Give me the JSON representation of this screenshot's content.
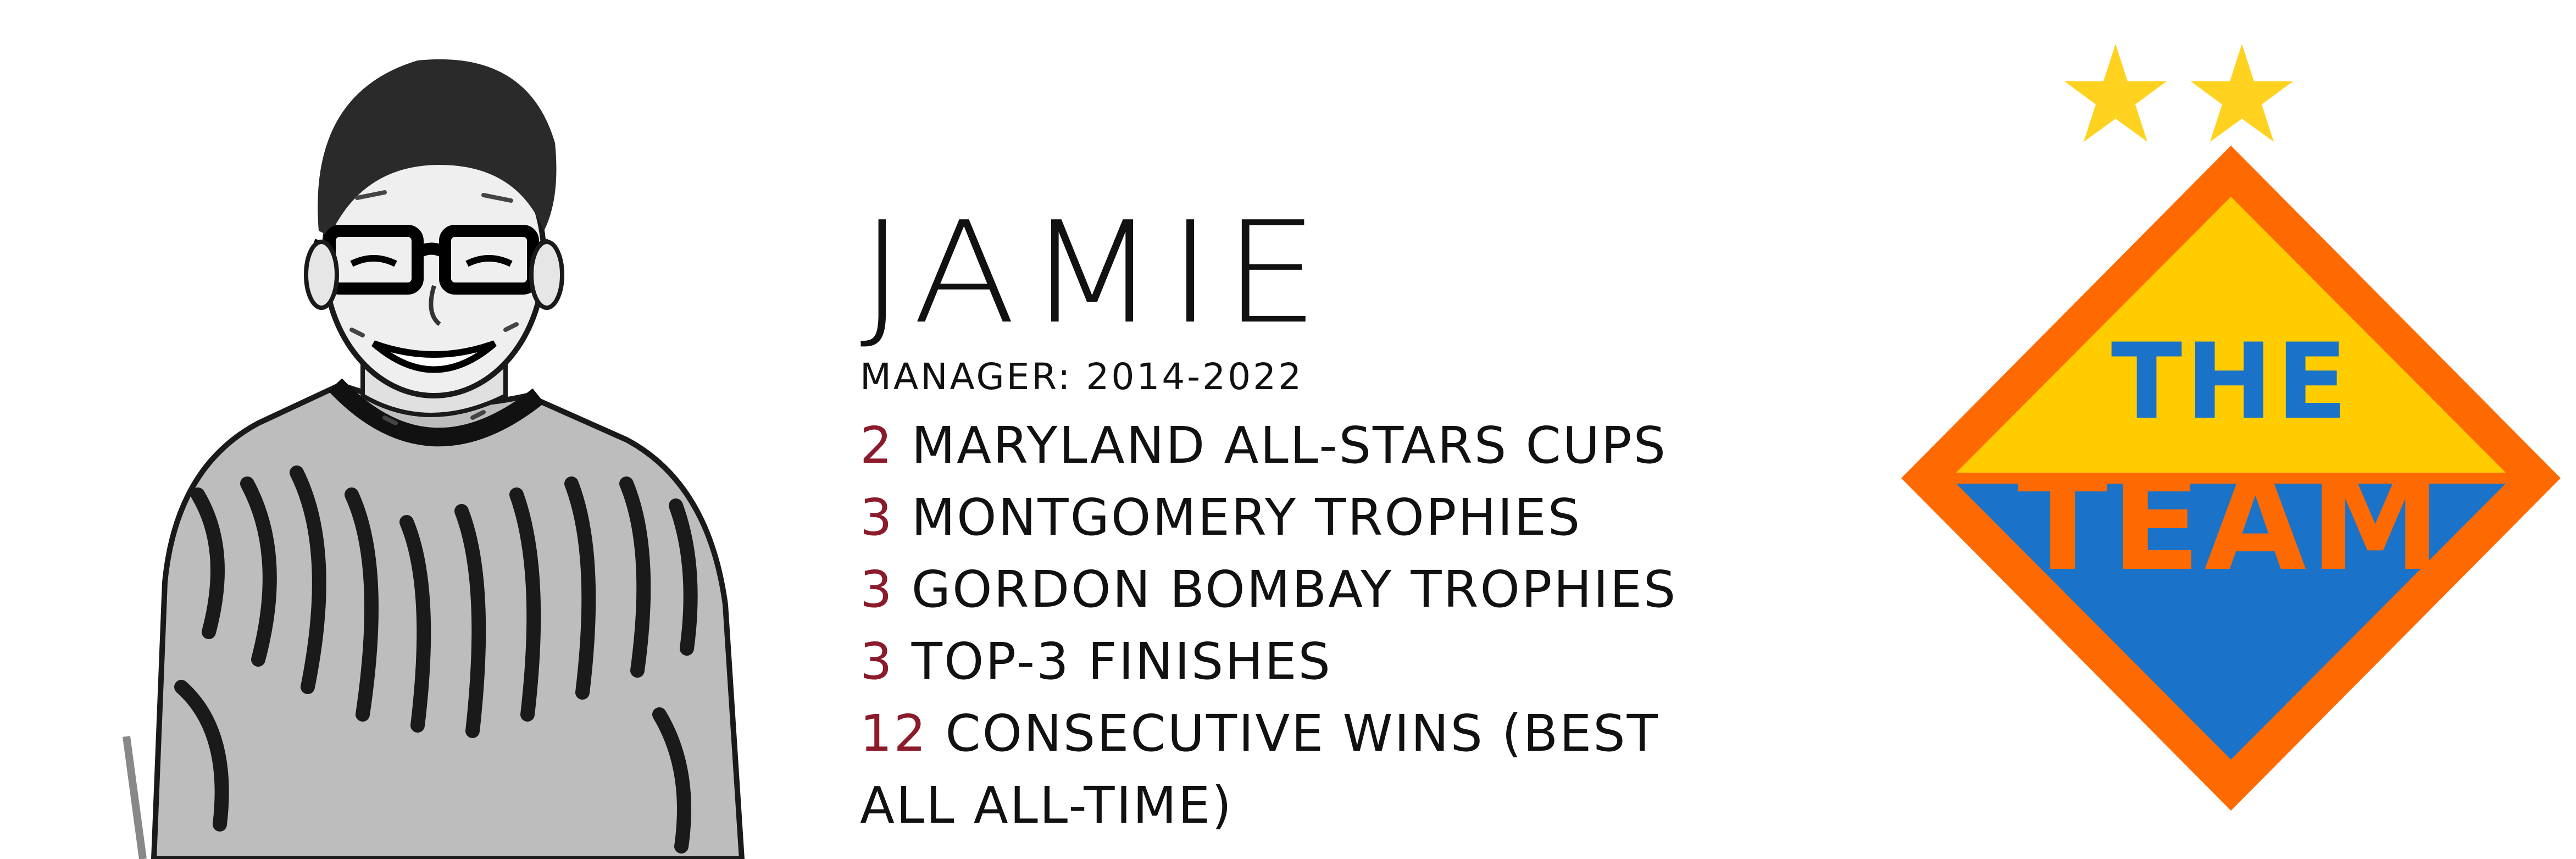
{
  "profile": {
    "name": "JAMIE",
    "role": "MANAGER: 2014-2022"
  },
  "stats": [
    {
      "count": "2",
      "label": "MARYLAND ALL-STARS CUPS"
    },
    {
      "count": "3",
      "label": "MONTGOMERY TROPHIES"
    },
    {
      "count": "3",
      "label": "GORDON BOMBAY TROPHIES"
    },
    {
      "count": "3",
      "label": "TOP-3 FINISHES"
    },
    {
      "count": "12",
      "label": "CONSECUTIVE WINS (BEST",
      "label_line2": "ALL ALL-TIME)"
    }
  ],
  "badge": {
    "line1": "THE",
    "line2": "TEAM",
    "stars": 2,
    "icons": [
      "star-icon",
      "star-icon"
    ]
  },
  "colors": {
    "accent": "#8b1a2b",
    "badge_orange": "#ff6a00",
    "badge_yellow": "#ffcc00",
    "badge_blue": "#1a73c8",
    "star": "#ffd21f"
  }
}
